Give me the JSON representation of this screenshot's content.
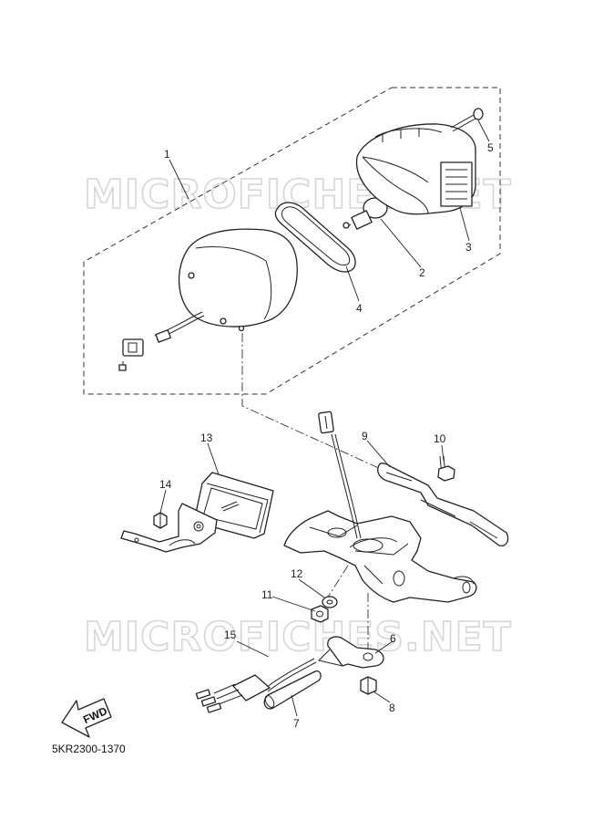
{
  "watermark": {
    "text_top": "MICROFICHES.NET",
    "text_bottom": "MICROFICHES.NET"
  },
  "diagram_code": "5KR2300-1370",
  "fwd_label": "FWD",
  "callouts": {
    "c1": "1",
    "c2": "2",
    "c3": "3",
    "c4": "4",
    "c5": "5",
    "c6": "6",
    "c7": "7",
    "c8": "8",
    "c9": "9",
    "c10": "10",
    "c11": "11",
    "c12": "12",
    "c13": "13",
    "c14": "14",
    "c15": "15"
  }
}
